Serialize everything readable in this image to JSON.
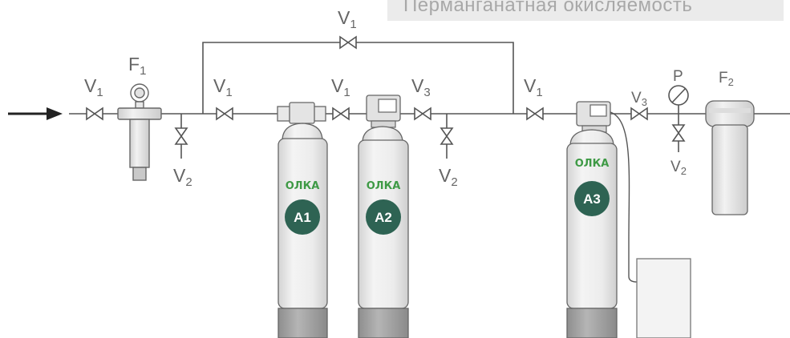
{
  "title": "Перманганатная окисляемость",
  "labels": {
    "v1": {
      "main": "V",
      "sub": "1"
    },
    "v2": {
      "main": "V",
      "sub": "2"
    },
    "v3": {
      "main": "V",
      "sub": "3"
    },
    "f1": {
      "main": "F",
      "sub": "1"
    },
    "f2": {
      "main": "F",
      "sub": "2"
    },
    "p": "P"
  },
  "brand": "ОЛКА",
  "badges": {
    "a1": "A1",
    "a2": "A2",
    "a3": "A3"
  },
  "colors": {
    "badge": "#2e6353",
    "brand": "#3f9a46",
    "line": "#555555",
    "tank_fill": "#e6e6e6",
    "tank_base": "#9a9a9a",
    "label": "#666666",
    "title_bg": "#ebebeb",
    "title_text": "#a8a8a8"
  }
}
